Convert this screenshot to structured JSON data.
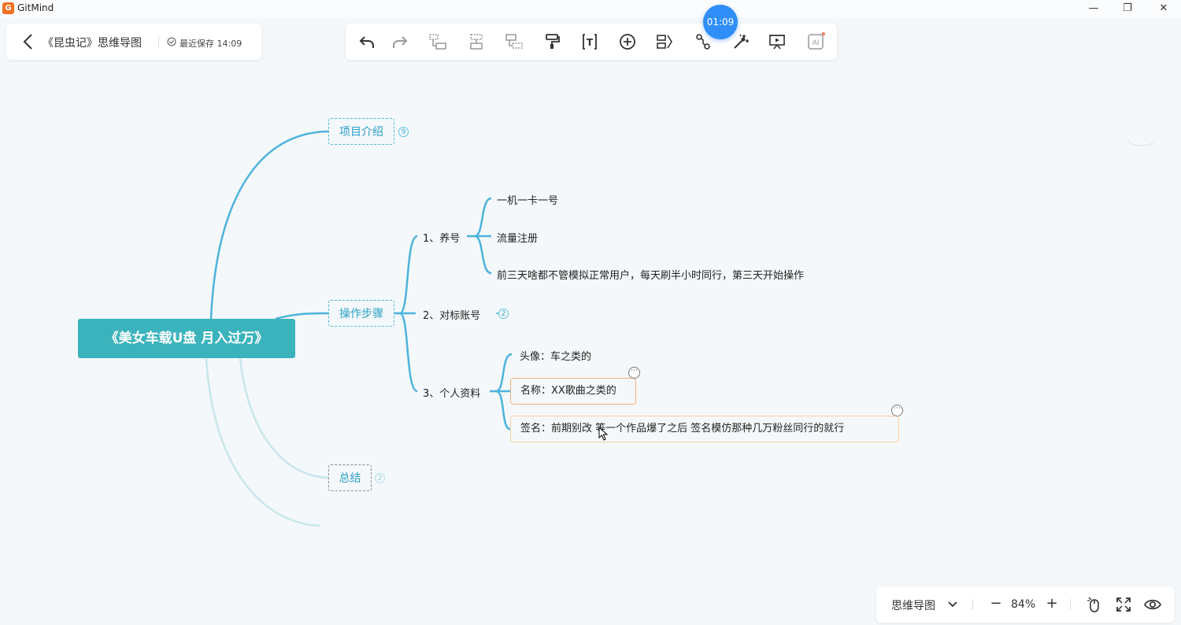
{
  "window": {
    "app_name": "GitMind",
    "logo_glyph": "G",
    "minimize": "—",
    "restore": "❐",
    "close": "✕"
  },
  "document": {
    "title": "《昆虫记》思维导图",
    "save_status": "最近保存 14:09"
  },
  "toolbar": {
    "timer": "01:09",
    "tools": [
      "undo-icon",
      "redo-icon",
      "add-child-node-icon",
      "add-sibling-node-icon",
      "add-parent-node-icon",
      "format-painter-icon",
      "text-icon",
      "insert-icon",
      "summary-icon",
      "relation-line-icon",
      "magic-wand-icon",
      "presentation-icon",
      "ai-icon"
    ],
    "ai_label": "AI",
    "text_label": "T"
  },
  "mindmap": {
    "root": "《美女车载U盘 月入过万》",
    "branches": {
      "intro": {
        "label": "项目介绍",
        "badge": "9"
      },
      "steps": {
        "label": "操作步骤"
      },
      "summary": {
        "label": "总结",
        "badge": "2"
      }
    },
    "steps": {
      "s1": {
        "label": "1、养号",
        "children": [
          "一机一卡一号",
          "流量注册",
          "前三天啥都不管模拟正常用户，每天刷半小时同行，第三天开始操作"
        ]
      },
      "s2": {
        "label": "2、对标账号",
        "badge": "2"
      },
      "s3": {
        "label": "3、个人资料",
        "children": [
          "头像：车之类的",
          "名称：XX歌曲之类的",
          "签名：前期别改 等一个作品爆了之后 签名模仿那种几万粉丝同行的就行"
        ]
      }
    },
    "comment_glyph": "···"
  },
  "zoombar": {
    "view_mode": "思维导图",
    "zoom_out": "−",
    "zoom": "84%",
    "zoom_in": "+"
  },
  "colors": {
    "branch_line": "#4db3dc",
    "root_fill": "#3bb3bc",
    "accent_orange": "#f0b27a",
    "timer": "#2f8ef7"
  }
}
